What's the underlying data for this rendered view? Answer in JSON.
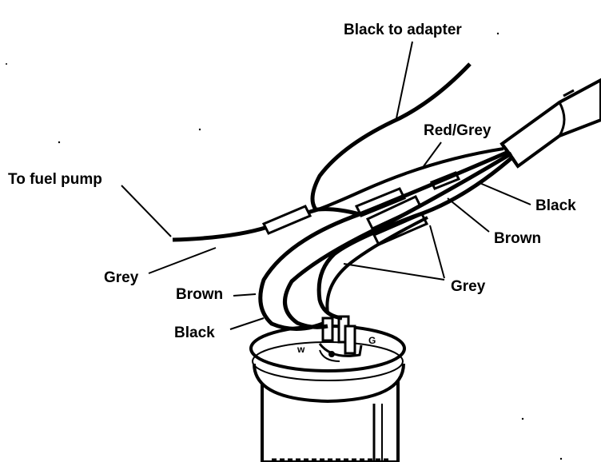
{
  "labels": {
    "black_to_adapter": "Black to adapter",
    "red_grey": "Red/Grey",
    "to_fuel_pump": "To fuel pump",
    "black_right": "Black",
    "brown_right": "Brown",
    "grey_right": "Grey",
    "grey_left": "Grey",
    "brown_left": "Brown",
    "black_left": "Black"
  },
  "terminals": {
    "w": "w",
    "g": "G"
  },
  "colors": {
    "ink": "#000000",
    "background": "#ffffff"
  }
}
